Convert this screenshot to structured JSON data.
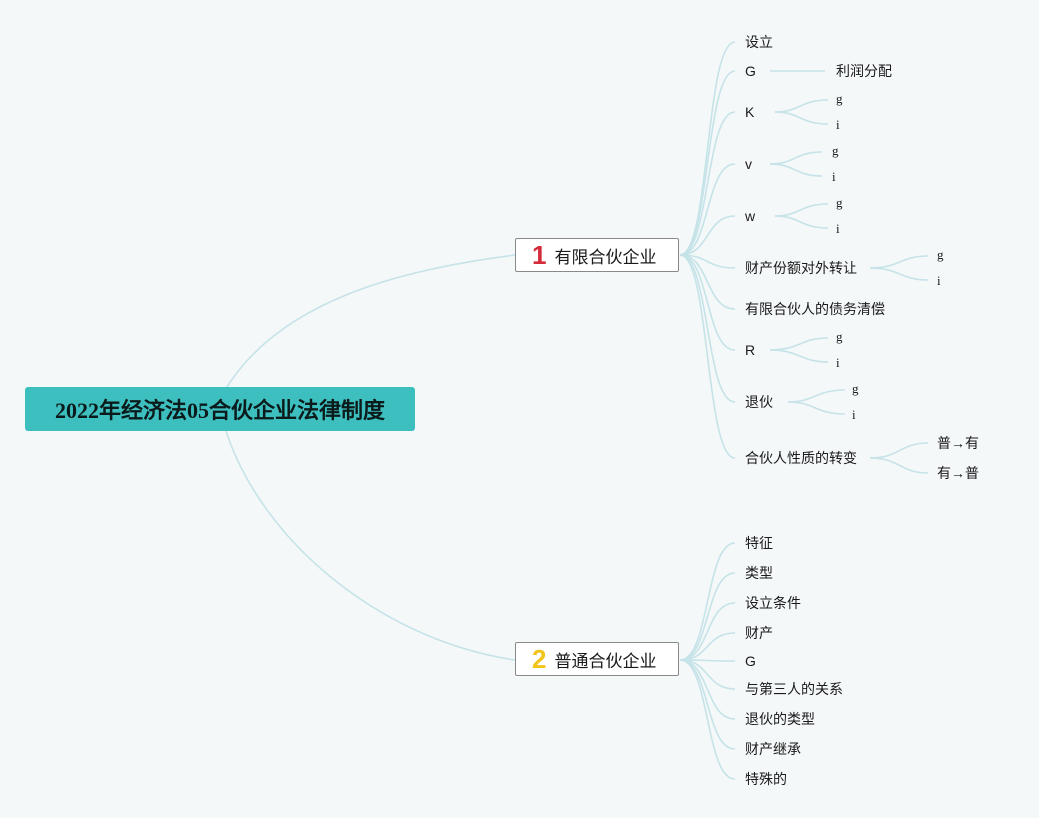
{
  "root": {
    "title": "2022年经济法05合伙企业法律制度"
  },
  "topics": {
    "t1": {
      "number": "1",
      "label": "有限合伙企业"
    },
    "t2": {
      "number": "2",
      "label": "普通合伙企业"
    }
  },
  "t1_children": {
    "c0": {
      "label": "设立"
    },
    "c1": {
      "label": "G",
      "sub": [
        "利润分配"
      ]
    },
    "c2": {
      "label": "K",
      "sub": [
        "g",
        "i"
      ]
    },
    "c3": {
      "label": "v",
      "sub": [
        "g",
        "i"
      ]
    },
    "c4": {
      "label": "w",
      "sub": [
        "g",
        "i"
      ]
    },
    "c5": {
      "label": "财产份额对外转让",
      "sub": [
        "g",
        "i"
      ]
    },
    "c6": {
      "label": "有限合伙人的债务清偿"
    },
    "c7": {
      "label": "R",
      "sub": [
        "g",
        "i"
      ]
    },
    "c8": {
      "label": "退伙",
      "sub": [
        "g",
        "i"
      ]
    },
    "c9": {
      "label": "合伙人性质的转变",
      "sub": [
        "普→有",
        "有→普"
      ]
    }
  },
  "t2_children": {
    "c0": {
      "label": "特征"
    },
    "c1": {
      "label": "类型"
    },
    "c2": {
      "label": "设立条件"
    },
    "c3": {
      "label": "财产"
    },
    "c4": {
      "label": "G"
    },
    "c5": {
      "label": "与第三人的关系"
    },
    "c6": {
      "label": "退伙的类型"
    },
    "c7": {
      "label": "财产继承"
    },
    "c8": {
      "label": "特殊的"
    }
  },
  "colors": {
    "root_bg": "#3ebfbf",
    "connector": "#c5e3e8",
    "num1": "#d42a3a",
    "num2": "#f0c419"
  }
}
